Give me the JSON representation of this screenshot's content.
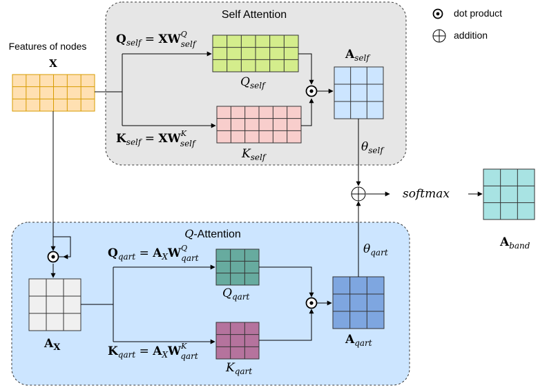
{
  "legend": {
    "dot_label": "dot product",
    "add_label": "addition"
  },
  "self_attention": {
    "title": "Self Attention",
    "q_eq": {
      "lhs": "Q",
      "lhs_sub": "self",
      "rhs": "XW",
      "rhs_sup": "Q",
      "rhs_sub": "self"
    },
    "k_eq": {
      "lhs": "K",
      "lhs_sub": "self",
      "rhs": "XW",
      "rhs_sup": "K",
      "rhs_sub": "self"
    },
    "q_label": {
      "main": "Q",
      "sub": "self"
    },
    "k_label": {
      "main": "K",
      "sub": "self"
    },
    "a_label": {
      "main": "A",
      "sub": "self"
    },
    "theta": {
      "main": "θ",
      "sub": "self"
    }
  },
  "q_attention": {
    "title_script": "Q",
    "title_rest": "-Attention",
    "q_eq": {
      "lhs": "Q",
      "lhs_sub": "qart",
      "rhs_a": "A",
      "rhs_a_sub": "X",
      "rhs_w": "W",
      "rhs_sup": "Q",
      "rhs_sub": "qart"
    },
    "k_eq": {
      "lhs": "K",
      "lhs_sub": "qart",
      "rhs_a": "A",
      "rhs_a_sub": "X",
      "rhs_w": "W",
      "rhs_sup": "K",
      "rhs_sub": "qart"
    },
    "q_label": {
      "main": "Q",
      "sub": "qart"
    },
    "k_label": {
      "main": "K",
      "sub": "qart"
    },
    "a_label": {
      "main": "A",
      "sub": "qart"
    },
    "ax_label": {
      "main": "A",
      "sub": "X"
    },
    "theta": {
      "main": "θ",
      "sub": "qart"
    }
  },
  "features": {
    "title": "Features of nodes",
    "symbol": "X"
  },
  "output": {
    "softmax": "softmax",
    "band": {
      "main": "A",
      "sub": "band"
    }
  },
  "colors": {
    "x_matrix": "#ffe0b2",
    "x_stroke": "#d79b00",
    "q_self": "#d4ed8c",
    "k_self": "#f8cecc",
    "a_self": "#cce5ff",
    "q_qart": "#67ab9f",
    "k_qart": "#b5739d",
    "a_qart": "#7ea6e0",
    "a_x": "#f0f0f0",
    "a_band": "#a8e3e3",
    "panel_gray": "#e6e6e6",
    "panel_blue": "#cce5ff"
  }
}
